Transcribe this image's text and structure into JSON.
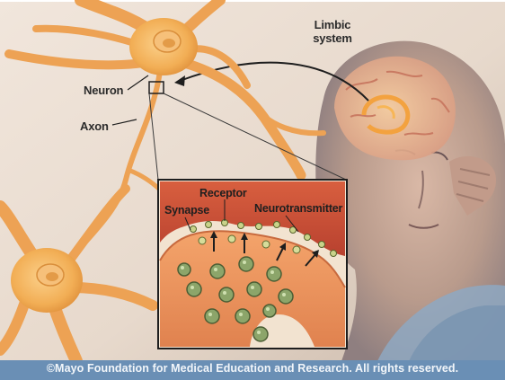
{
  "labels": {
    "limbic_line1": "Limbic",
    "limbic_line2": "system",
    "neuron": "Neuron",
    "axon": "Axon",
    "receptor": "Receptor",
    "synapse": "Synapse",
    "neurotransmitter": "Neurotransmitter"
  },
  "footer": {
    "copyright": "©Mayo Foundation for Medical Education and Research.  All rights reserved."
  },
  "colors": {
    "neuron_body": "#f2b25a",
    "background": "#e9ddd0",
    "synapse_tissue": "#c8493a",
    "footer_bar": "#6a8fb5"
  }
}
